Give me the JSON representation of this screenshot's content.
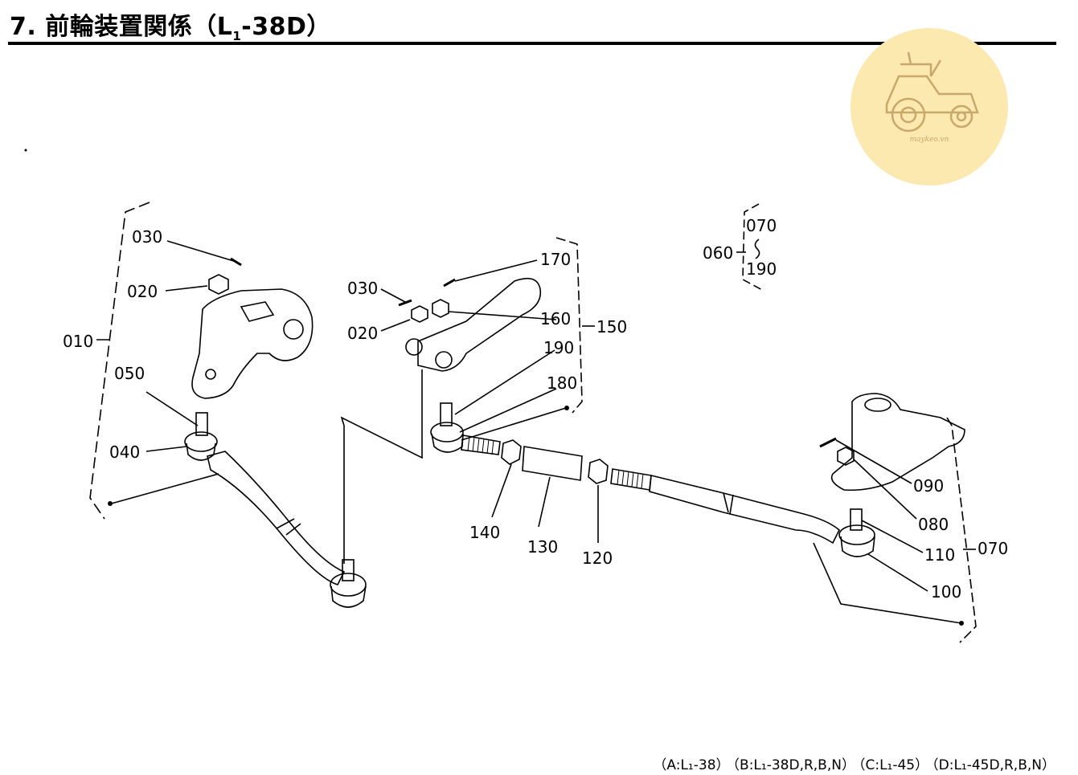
{
  "header": {
    "number": "7.",
    "title_main": "前輪装置関係",
    "model_prefix": "（L",
    "model_sub": "1",
    "model_suffix": "-38D）"
  },
  "watermark": {
    "site": "maykeo.vn",
    "icon": "tractor-icon"
  },
  "labels": {
    "p010": "010",
    "p020a": "020",
    "p020b": "020",
    "p030a": "030",
    "p030b": "030",
    "p040": "040",
    "p050": "050",
    "p060": "060",
    "p070a": "070",
    "p070b": "070",
    "p080": "080",
    "p090": "090",
    "p100": "100",
    "p110": "110",
    "p120": "120",
    "p130": "130",
    "p140": "140",
    "p150": "150",
    "p160": "160",
    "p170": "170",
    "p180": "180",
    "p190a": "190",
    "p190b": "190"
  },
  "footer": {
    "a": "（A:L₁-38）",
    "b": "（B:L₁-38D,R,B,N）",
    "c": "（C:L₁-45）",
    "d": "（D:L₁-45D,R,B,N）"
  }
}
